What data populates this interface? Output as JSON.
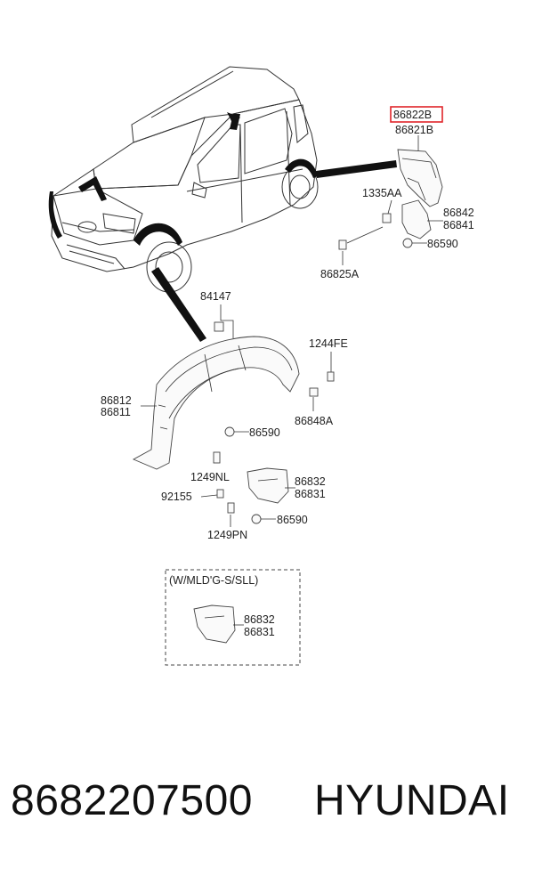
{
  "highlight_color": "#e0252a",
  "callouts": {
    "main_part_highlight": "86822B",
    "upper_bracket": "86821B",
    "clip_upper": "1335AA",
    "guard_upper_a": "86842",
    "guard_upper_b": "86841",
    "nut_upper": "86590",
    "screw_upper": "86825A",
    "clip_84147": "84147",
    "bolt_1244fe": "1244FE",
    "liner_a": "86812",
    "liner_b": "86811",
    "nut_mid": "86590",
    "clip_86848a": "86848A",
    "screw_1249nl": "1249NL",
    "flap_a": "86832",
    "flap_b": "86831",
    "screw_92155": "92155",
    "nut_lower": "86590",
    "screw_1249pn": "1249PN"
  },
  "option_box": {
    "title": "(W/MLD'G-S/SLL)",
    "flap_a": "86832",
    "flap_b": "86831"
  },
  "caption": {
    "part_number": "8682207500",
    "brand": "HYUNDAI"
  }
}
